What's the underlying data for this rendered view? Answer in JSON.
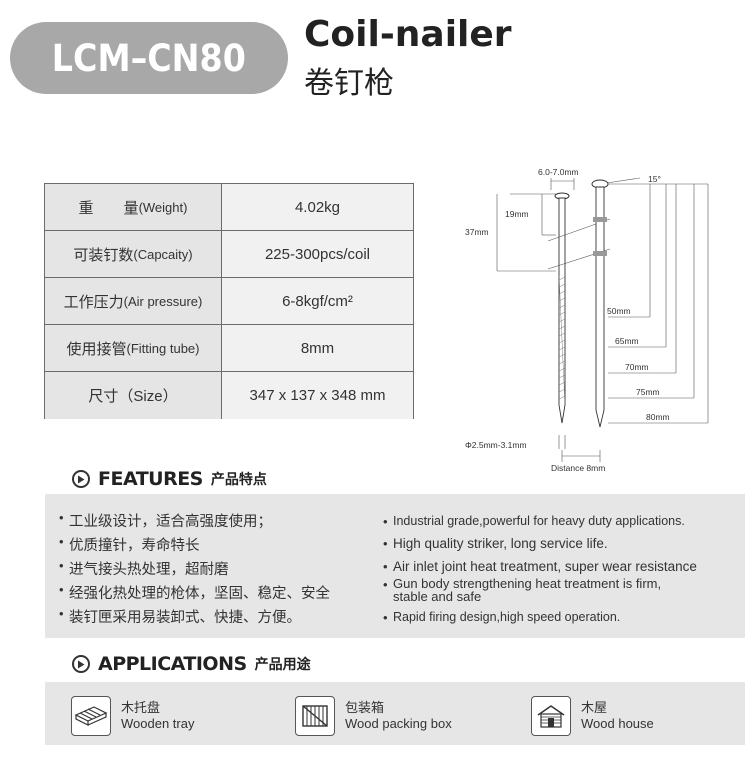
{
  "header": {
    "model": "LCM–CN80",
    "title_en": "Coil-nailer",
    "title_zh": "卷钉枪"
  },
  "specs": [
    {
      "label_zh": "重　　量",
      "label_en": "(Weight)",
      "value": "4.02kg"
    },
    {
      "label_zh": "可装钉数",
      "label_en": "(Capcaity)",
      "value": "225-300pcs/coil"
    },
    {
      "label_zh": "工作压力",
      "label_en": "(Air pressure)",
      "value": "6-8kgf/cm²"
    },
    {
      "label_zh": "使用接管",
      "label_en": "(Fitting tube)",
      "value": "8mm"
    },
    {
      "label_zh": "尺寸（Size）",
      "label_en": "",
      "value": "347 x 137 x 348 mm"
    }
  ],
  "diagram": {
    "head_dim": "6.0-7.0mm",
    "angle": "15°",
    "d19": "19mm",
    "d37": "37mm",
    "d50": "50mm",
    "d65": "65mm",
    "d70": "70mm",
    "d75": "75mm",
    "d80": "80mm",
    "shank": "Φ2.5mm-3.1mm",
    "distance": "Distance 8mm"
  },
  "features": {
    "title_en": "FEATURES",
    "title_zh": "产品特点",
    "zh": [
      "工业级设计，适合高强度使用；",
      "优质撞针，寿命特长",
      "进气接头热处理，超耐磨",
      "经强化热处理的枪体，坚固、稳定、安全",
      "装钉匣采用易装卸式、快捷、方便。"
    ],
    "en": [
      "Industrial grade,powerful for heavy duty applications.",
      "High quality striker, long service life.",
      "Air inlet joint heat treatment, super wear resistance",
      "Gun body strengthening heat treatment is firm,",
      "stable and safe",
      "Rapid firing design,high speed operation."
    ],
    "bullet": "•"
  },
  "applications": {
    "title_en": "APPLICATIONS",
    "title_zh": "产品用途",
    "items": [
      {
        "zh": "木托盘",
        "en": "Wooden tray",
        "icon": "wooden-pallet-icon"
      },
      {
        "zh": "包装箱",
        "en": "Wood packing box",
        "icon": "wood-crate-icon"
      },
      {
        "zh": "木屋",
        "en": "Wood house",
        "icon": "wood-house-icon"
      }
    ]
  }
}
